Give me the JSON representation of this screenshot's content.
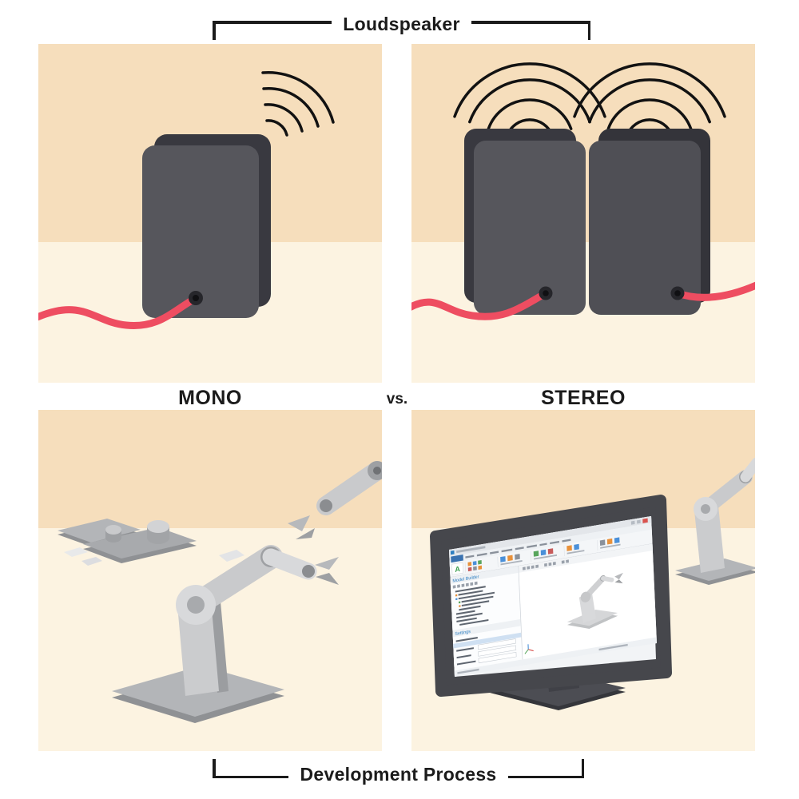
{
  "brackets": {
    "top_label": "Loudspeaker",
    "bottom_label": "Development Process"
  },
  "comparison": {
    "left_label": "MONO",
    "versus_label": "vs.",
    "right_label": "STEREO"
  },
  "screen_ui": {
    "logo": "A",
    "sidebar_header": "Model Builder",
    "settings_header": "Settings"
  },
  "colors": {
    "wall": "#f6debc",
    "floor": "#fcf3e1",
    "speaker_front": "#56565c",
    "speaker_back": "#393940",
    "cable": "#ee4d61",
    "ink": "#1b1b1b",
    "arm_light": "#cfd0d3",
    "arm_mid": "#a8aaad",
    "monitor_frame": "#46474c",
    "accent_blue": "#2e7fc1"
  }
}
